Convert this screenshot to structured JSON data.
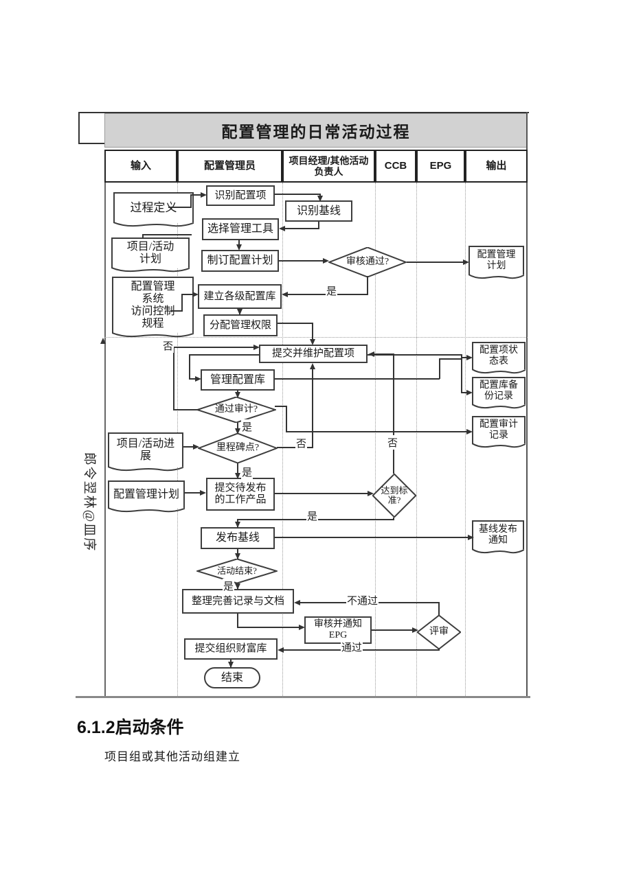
{
  "title": "配置管理的日常活动过程",
  "header": {
    "columns": [
      "输入",
      "配置管理员",
      "项目经理/其他活动负责人",
      "CCB",
      "EPG",
      "输出"
    ]
  },
  "flow": {
    "nodes": {
      "process_def": {
        "text": "过程定义"
      },
      "proj_plan": {
        "text": "项目/活动\n计划"
      },
      "cm_sys": {
        "text": "配置管理\n系统\n访问控制\n规程"
      },
      "proj_progress": {
        "text": "项目/活动进\n展"
      },
      "cm_plan_in": {
        "text": "配置管理计划"
      },
      "identify_ci": {
        "text": "识别配置项"
      },
      "identify_baseline": {
        "text": "识别基线"
      },
      "select_tool": {
        "text": "选择管理工具"
      },
      "make_plan": {
        "text": "制订配置计划"
      },
      "build_lib": {
        "text": "建立各级配置库"
      },
      "assign_auth": {
        "text": "分配管理权限"
      },
      "submit_ci": {
        "text": "提交并维护配置项"
      },
      "manage_lib": {
        "text": "管理配置库"
      },
      "audit_pass": {
        "text": "通过审计?"
      },
      "milestone": {
        "text": "里程碑点?"
      },
      "submit_wp": {
        "text": "提交待发布\n的工作产品"
      },
      "release_baseline": {
        "text": "发布基线"
      },
      "activity_end": {
        "text": "活动结束?"
      },
      "organize_docs": {
        "text": "整理完善记录与文档"
      },
      "notify_epg": {
        "text": "审核并通知\nEPG"
      },
      "submit_asset": {
        "text": "提交组织财富库"
      },
      "end": {
        "text": "结束"
      },
      "review_pass": {
        "text": "审核通过?"
      },
      "meet_std": {
        "text": "达到标\n准?"
      },
      "review": {
        "text": "评审"
      },
      "cm_plan_out": {
        "text": "配置管理\n计划"
      },
      "ci_status": {
        "text": "配置项状\n态表"
      },
      "lib_backup": {
        "text": "配置库备\n份记录"
      },
      "audit_record": {
        "text": "配置审计\n记录"
      },
      "baseline_notice": {
        "text": "基线发布\n通知"
      }
    },
    "edge_labels": [
      "是",
      "否",
      "是",
      "否",
      "否",
      "是",
      "是",
      "是",
      "不通过",
      "通过"
    ]
  },
  "watermark": "郎令翌林@皿序",
  "section": {
    "heading": "6.1.2启动条件",
    "body": "项目组或其他活动组建立"
  }
}
